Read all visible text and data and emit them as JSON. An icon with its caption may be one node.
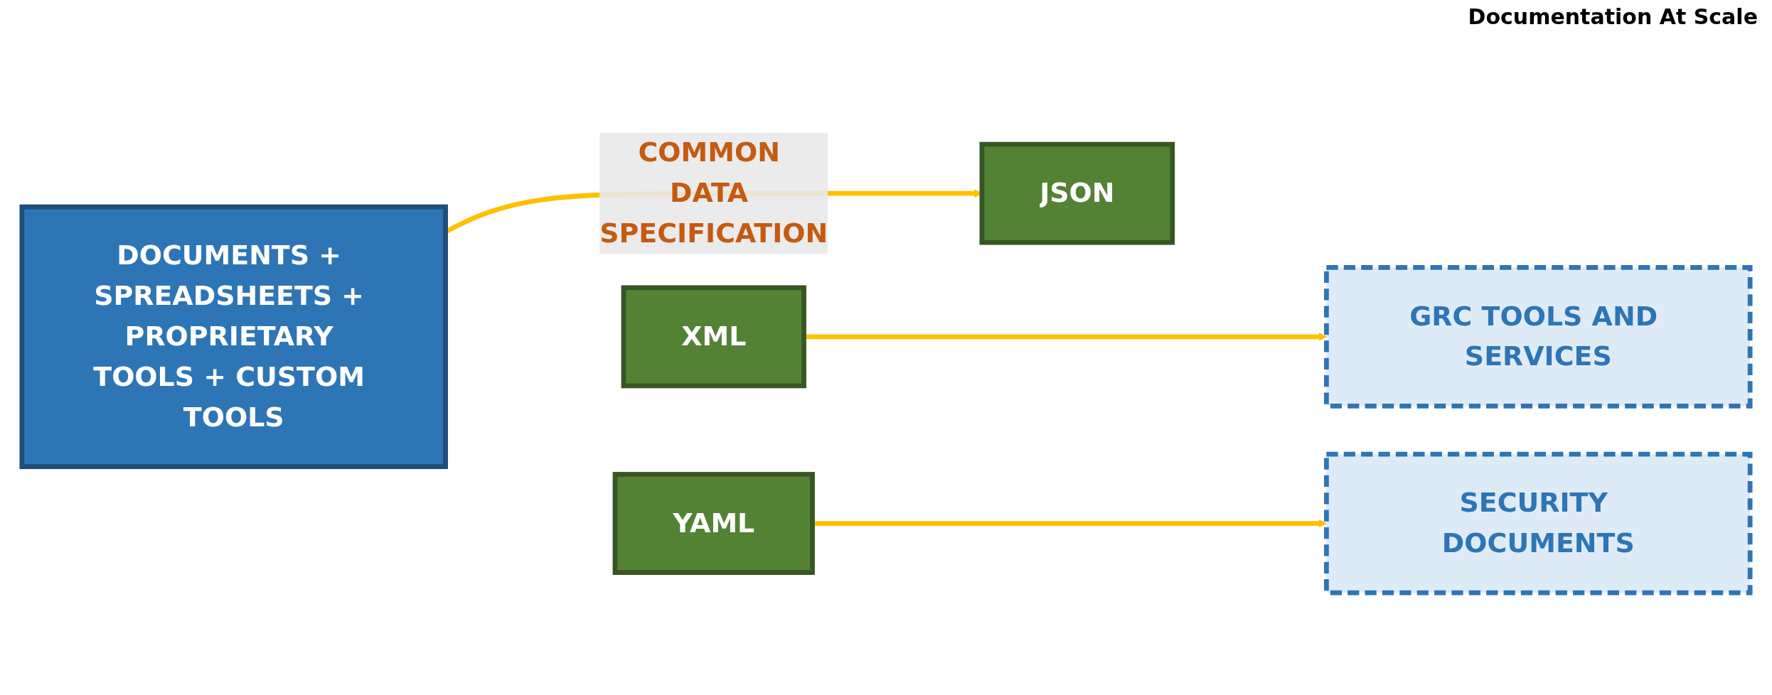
{
  "diagram": {
    "title": "Documentation At Scale",
    "nodes": [
      {
        "text": [
          "DOCUMENTS + SPREADSHEETS + PROPRIETARY TOOLS + CUSTOM TOOLS"
        ]
      },
      {
        "text": [
          "XML"
        ]
      },
      {
        "text": [
          "JSON"
        ]
      },
      {
        "text": [
          "YAML"
        ]
      },
      {
        "text": [
          "GRC TOOLS AND SERVICES"
        ]
      },
      {
        "text": [
          "SECURITY DOCUMENTS"
        ]
      }
    ],
    "edges": [
      {
        "from": 0,
        "to": 2,
        "arrow": "to",
        "label": "COMMON DATA SPECIFICATION"
      },
      {
        "from": 1,
        "to": 4,
        "arrow": "to"
      },
      {
        "from": 3,
        "to": 5,
        "arrow": "to"
      }
    ]
  }
}
